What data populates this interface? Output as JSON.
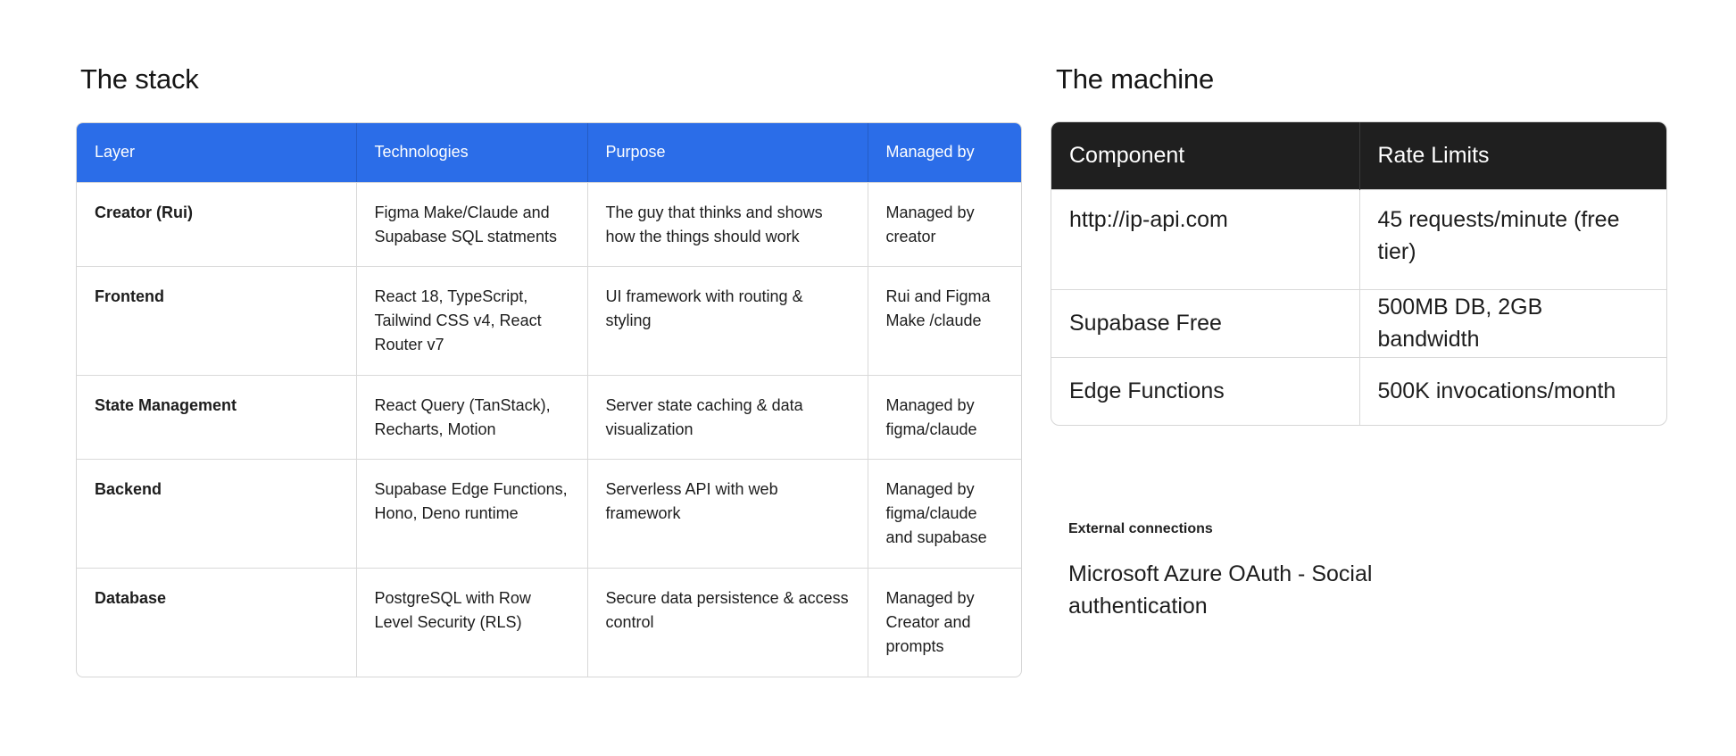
{
  "stack": {
    "title": "The stack",
    "headers": [
      "Layer",
      "Technologies",
      "Purpose",
      "Managed by"
    ],
    "rows": [
      {
        "layer": "Creator (Rui)",
        "technologies": "Figma Make/Claude and Supabase SQL statments",
        "purpose": "The guy that thinks and shows how the things should work",
        "managed_by": "Managed by creator"
      },
      {
        "layer": "Frontend",
        "technologies": "React 18, TypeScript, Tailwind CSS v4, React Router v7",
        "purpose": "UI framework with routing & styling",
        "managed_by": "Rui and Figma Make /claude"
      },
      {
        "layer": "State Management",
        "technologies": "React Query (TanStack), Recharts, Motion",
        "purpose": "Server state caching & data visualization",
        "managed_by": "Managed by figma/claude"
      },
      {
        "layer": "Backend",
        "technologies": "Supabase Edge Functions, Hono, Deno runtime",
        "purpose": "Serverless API with web framework",
        "managed_by": "Managed by figma/claude and supabase"
      },
      {
        "layer": "Database",
        "technologies": "PostgreSQL with Row Level Security (RLS)",
        "purpose": "Secure data persistence & access control",
        "managed_by": "Managed by Creator and prompts"
      }
    ]
  },
  "machine": {
    "title": "The machine",
    "headers": [
      "Component",
      "Rate Limits"
    ],
    "rows": [
      {
        "component": "http://ip-api.com",
        "rate_limit": "45 requests/minute (free tier)"
      },
      {
        "component": "Supabase Free",
        "rate_limit": "500MB DB, 2GB bandwidth"
      },
      {
        "component": "Edge Functions",
        "rate_limit": "500K invocations/month"
      }
    ]
  },
  "external": {
    "label": "External connections",
    "value": "Microsoft Azure OAuth - Social authentication"
  },
  "colors": {
    "stack_header": "#2b6de8",
    "machine_header": "#1f1f1f"
  }
}
